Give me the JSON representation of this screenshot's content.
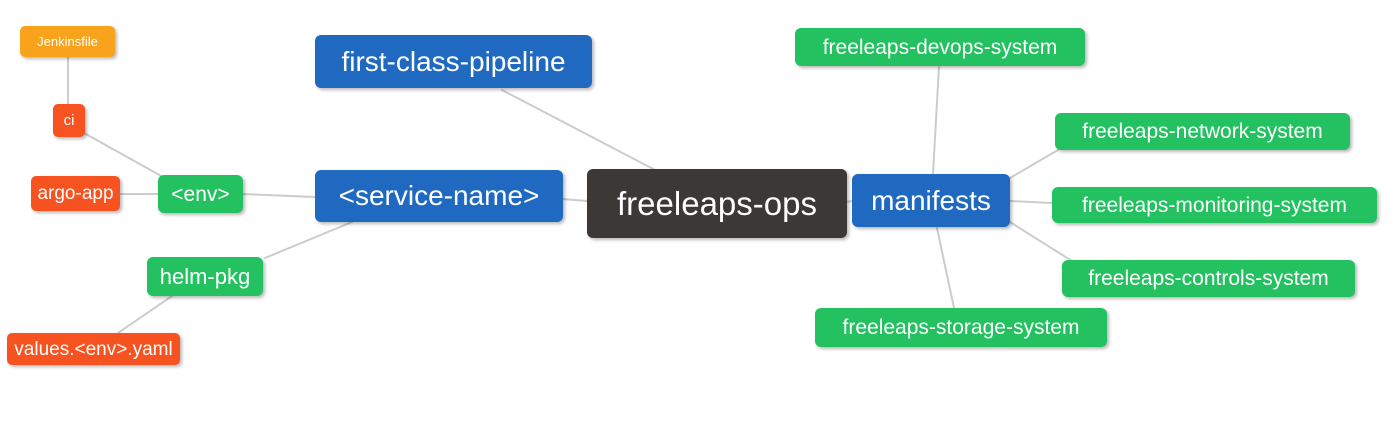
{
  "diagram": {
    "type": "mindmap",
    "colors": {
      "root": "#3b3835",
      "branch": "#2069c0",
      "green": "#23c160",
      "orange": "#f9a21c",
      "red": "#f75321",
      "edge": "#cccccc"
    },
    "nodes": {
      "freeleaps_ops": {
        "label": "freeleaps-ops"
      },
      "first_class_pipeline": {
        "label": "first-class-pipeline"
      },
      "service_name": {
        "label": "<service-name>"
      },
      "env": {
        "label": "<env>"
      },
      "ci": {
        "label": "ci"
      },
      "jenkinsfile": {
        "label": "Jenkinsfile"
      },
      "argo_app": {
        "label": "argo-app"
      },
      "helm_pkg": {
        "label": "helm-pkg"
      },
      "values_env_yaml": {
        "label": "values.<env>.yaml"
      },
      "manifests": {
        "label": "manifests"
      },
      "devops_system": {
        "label": "freeleaps-devops-system"
      },
      "network_system": {
        "label": "freeleaps-network-system"
      },
      "monitoring_system": {
        "label": "freeleaps-monitoring-system"
      },
      "controls_system": {
        "label": "freeleaps-controls-system"
      },
      "storage_system": {
        "label": "freeleaps-storage-system"
      }
    },
    "edges": [
      {
        "from": "jenkinsfile",
        "to": "ci"
      },
      {
        "from": "ci",
        "to": "env"
      },
      {
        "from": "argo_app",
        "to": "env"
      },
      {
        "from": "env",
        "to": "service_name"
      },
      {
        "from": "service_name",
        "to": "helm_pkg"
      },
      {
        "from": "helm_pkg",
        "to": "values_env_yaml"
      },
      {
        "from": "first_class_pipeline",
        "to": "freeleaps_ops"
      },
      {
        "from": "service_name",
        "to": "freeleaps_ops"
      },
      {
        "from": "freeleaps_ops",
        "to": "manifests"
      },
      {
        "from": "manifests",
        "to": "devops_system"
      },
      {
        "from": "manifests",
        "to": "network_system"
      },
      {
        "from": "manifests",
        "to": "monitoring_system"
      },
      {
        "from": "manifests",
        "to": "controls_system"
      },
      {
        "from": "manifests",
        "to": "storage_system"
      }
    ]
  }
}
